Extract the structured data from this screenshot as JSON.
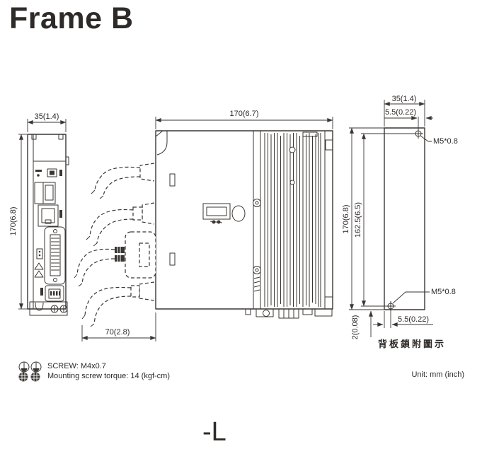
{
  "title": "Frame B",
  "variant_label": "-L",
  "notes": {
    "screw_spec": "SCREW: M4x0.7",
    "torque": "Mounting screw torque: 14 (kgf-cm)",
    "unit": "Unit: mm (inch)"
  },
  "front_view": {
    "width_dim": "35(1.4)",
    "height_dim": "170(6.8)"
  },
  "side_view": {
    "depth_dim": "170(6.7)",
    "cable_bend_dim": "70(2.8)"
  },
  "back_view": {
    "width_dim": "35(1.4)",
    "top_hole_offset_dim": "5.5(0.22)",
    "top_screw_label": "M5*0.8",
    "height_dim": "170(6.8)",
    "hole_pitch_dim": "162.5(6.5)",
    "bottom_screw_label": "M5*0.8",
    "bottom_hole_offset_dim": "5.5(0.22)",
    "bottom_edge_offset_dim": "2(0.08)",
    "caption": "背板鎖附圖示"
  },
  "colors": {
    "line": "#3a3633",
    "text": "#2e2a28"
  }
}
